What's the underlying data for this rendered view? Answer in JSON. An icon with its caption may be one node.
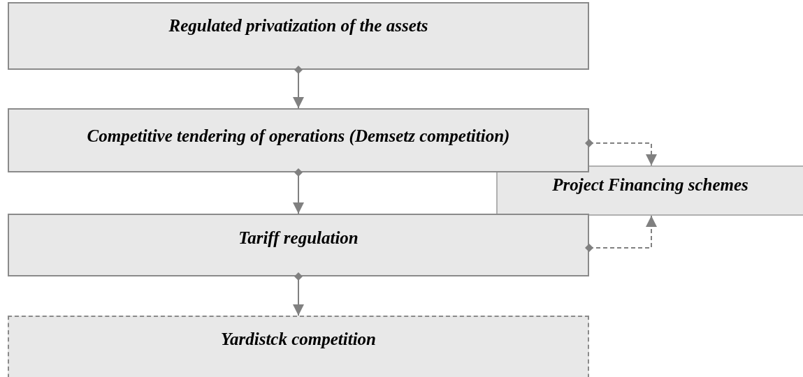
{
  "diagram": {
    "nodes": [
      {
        "text": [
          "Regulated privatization of the assets"
        ]
      },
      {
        "text": [
          "Competitive tendering of operations (Demsetz competition)"
        ]
      },
      {
        "text": [
          "Project Financing schemes"
        ]
      },
      {
        "text": [
          "Tariff regulation"
        ]
      },
      {
        "text": [
          "Yardistck competition"
        ]
      }
    ],
    "edges": [
      {
        "from": 0,
        "to": 1,
        "arrow": "to"
      },
      {
        "from": 1,
        "to": 3,
        "arrow": "to"
      },
      {
        "from": 1,
        "to": 2,
        "arrow": "to",
        "style": "dashed"
      },
      {
        "from": 3,
        "to": 2,
        "arrow": "to",
        "style": "dashed"
      },
      {
        "from": 3,
        "to": 4,
        "arrow": "to"
      }
    ]
  }
}
